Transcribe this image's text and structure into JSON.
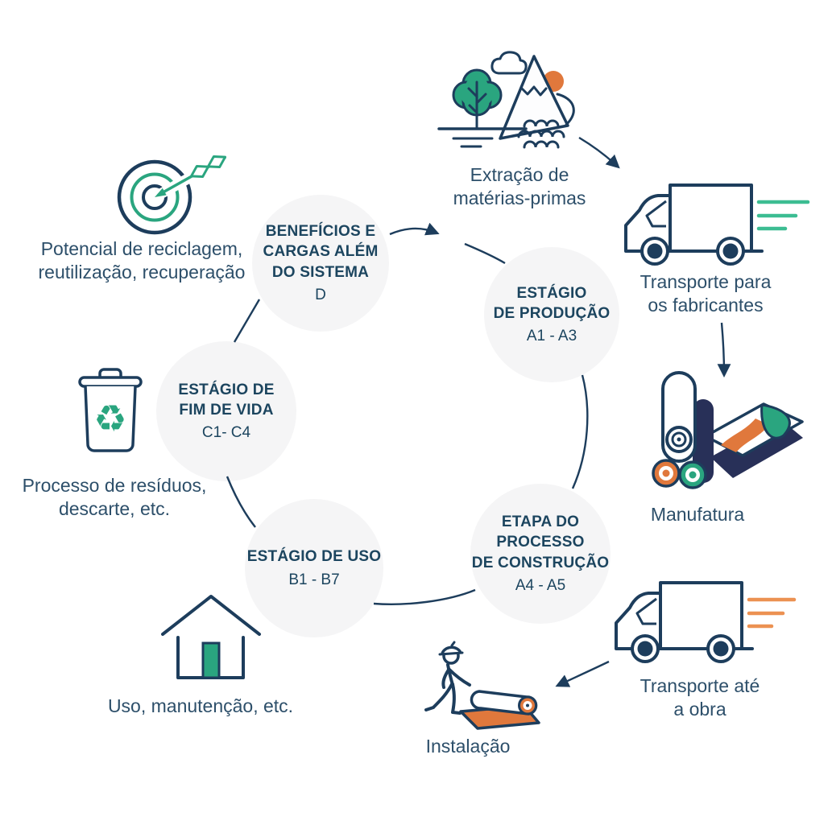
{
  "diagram": {
    "name": "ciclo-de-vida-do-produto",
    "language": "pt-BR"
  },
  "colors": {
    "navy": "#1d3d5c",
    "dark_indigo": "#283058",
    "green": "#2aa57f",
    "green_speed_lines": "#3cbd92",
    "orange": "#e0783c",
    "orange_speed_lines": "#ec9152",
    "stage_circle_bg": "#f5f5f6",
    "caption_text": "#2d4f6a",
    "stage_text": "#1c455f"
  },
  "stages": [
    {
      "name": "benefits-beyond-system",
      "lines": [
        "BENEFÍCIOS E",
        "CARGAS ALÉM",
        "DO SISTEMA"
      ],
      "code": "D"
    },
    {
      "name": "production-stage",
      "lines": [
        "ESTÁGIO",
        "DE PRODUÇÃO"
      ],
      "code": "A1 - A3"
    },
    {
      "name": "construction-process-stage",
      "lines": [
        "ETAPA DO",
        "PROCESSO",
        "DE CONSTRUÇÃO"
      ],
      "code": "A4 - A5"
    },
    {
      "name": "use-stage",
      "lines": [
        "ESTÁGIO DE USO"
      ],
      "code": "B1 - B7"
    },
    {
      "name": "end-of-life-stage",
      "lines": [
        "ESTÁGIO DE",
        "FIM DE VIDA"
      ],
      "code": "C1- C4"
    }
  ],
  "satellites": [
    {
      "name": "raw-material-extraction",
      "icon": "nature-landscape-icon",
      "lines": [
        "Extração de",
        "matérias-primas"
      ]
    },
    {
      "name": "transport-to-manufacturers",
      "icon": "truck-icon",
      "lines": [
        "Transporte para",
        "os fabricantes"
      ]
    },
    {
      "name": "manufacturing",
      "icon": "carpet-rolls-icon",
      "lines": [
        "Manufatura"
      ]
    },
    {
      "name": "transport-to-site",
      "icon": "truck-icon",
      "lines": [
        "Transporte até",
        "a obra"
      ]
    },
    {
      "name": "installation",
      "icon": "installer-worker-icon",
      "lines": [
        "Instalação"
      ]
    },
    {
      "name": "use-maintenance",
      "icon": "house-icon",
      "lines": [
        "Uso, manutenção, etc."
      ]
    },
    {
      "name": "waste-processing",
      "icon": "recycle-bin-icon",
      "lines": [
        "Processo de resíduos,",
        "descarte, etc."
      ]
    },
    {
      "name": "recycling-potential",
      "icon": "target-dart-icon",
      "lines": [
        "Potencial de reciclagem,",
        "reutilização, recuperação"
      ]
    }
  ]
}
